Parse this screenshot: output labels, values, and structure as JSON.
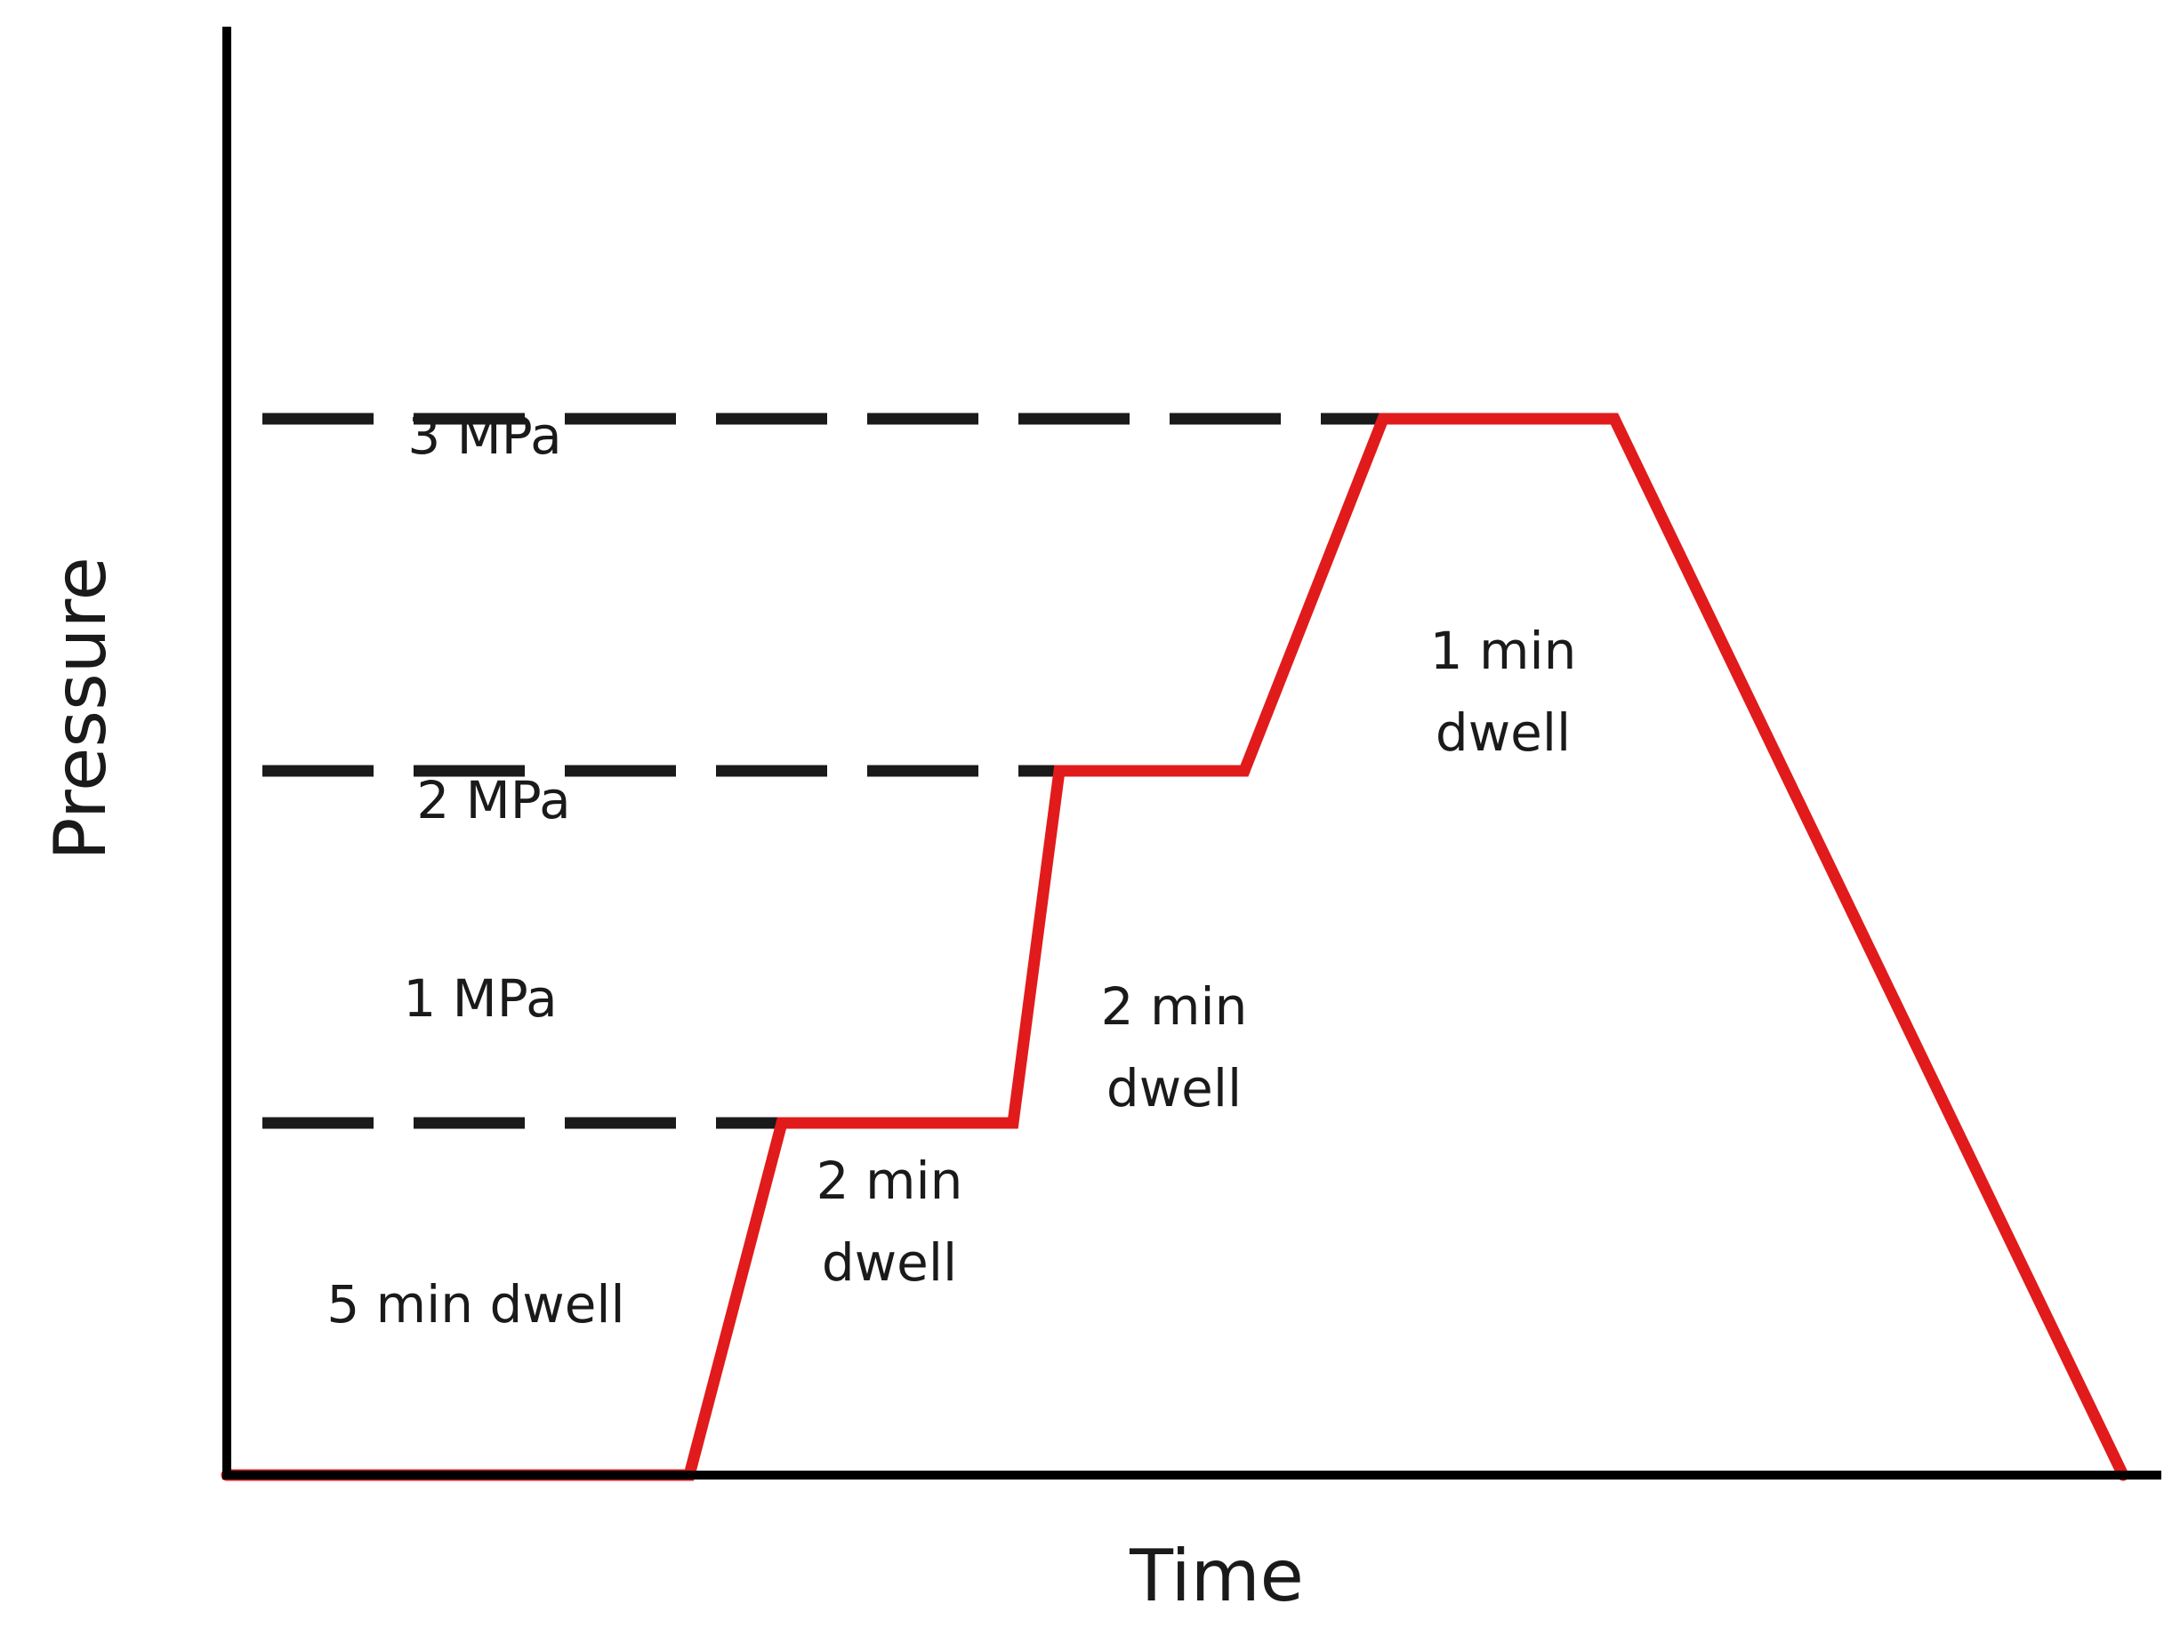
{
  "chart_data": {
    "type": "line",
    "xlabel": "Time",
    "ylabel": "Pressure",
    "xlim": [
      0,
      16
    ],
    "ylim": [
      0,
      3
    ],
    "grid": false,
    "legend": "none",
    "series": [
      {
        "color": "#e11b1b",
        "x": [
          0,
          5,
          6,
          8.5,
          9,
          11,
          12.5,
          15,
          20.5
        ],
        "y": [
          0,
          0,
          1,
          1,
          2,
          2,
          3,
          3,
          0
        ]
      }
    ],
    "reference_lines": [
      {
        "y": 1,
        "x_end": 6,
        "color": "#1a1a1a"
      },
      {
        "y": 2,
        "x_end": 9,
        "color": "#1a1a1a"
      },
      {
        "y": 3,
        "x_end": 12.5,
        "color": "#1a1a1a"
      }
    ],
    "annotations": [
      {
        "text": "3 MPa"
      },
      {
        "text": "2 MPa"
      },
      {
        "text": "1 MPa"
      },
      {
        "text": "5 min dwell"
      },
      {
        "text": "2 min dwell"
      },
      {
        "text": "2 min dwell"
      },
      {
        "text": "1 min dwell"
      }
    ]
  }
}
